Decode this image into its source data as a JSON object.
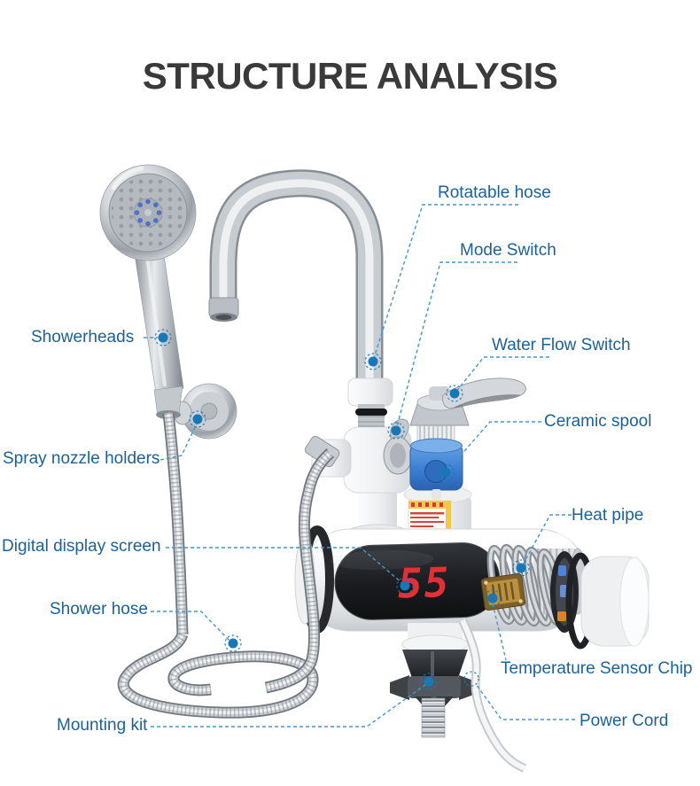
{
  "title": "STRUCTURE ANALYSIS",
  "device": {
    "display_value": "55"
  },
  "labels": [
    {
      "id": "rotatable-hose",
      "text": "Rotatable hose"
    },
    {
      "id": "mode-switch",
      "text": "Mode Switch"
    },
    {
      "id": "showerheads",
      "text": "Showerheads"
    },
    {
      "id": "water-flow-switch",
      "text": "Water Flow Switch"
    },
    {
      "id": "ceramic-spool",
      "text": "Ceramic spool"
    },
    {
      "id": "spray-nozzle-holders",
      "text": "Spray nozzle holders"
    },
    {
      "id": "heat-pipe",
      "text": "Heat pipe"
    },
    {
      "id": "digital-display-screen",
      "text": "Digital display screen"
    },
    {
      "id": "shower-hose",
      "text": "Shower hose"
    },
    {
      "id": "temperature-sensor-chip",
      "text": "Temperature Sensor Chip"
    },
    {
      "id": "mounting-kit",
      "text": "Mounting kit"
    },
    {
      "id": "power-cord",
      "text": "Power Cord"
    }
  ],
  "colors": {
    "title-color": "#3a3a3a",
    "label-blue": "#1d6296",
    "leader-blue": "#4a95c9",
    "marker-blue": "#1778b5",
    "digit-red": "#e03236",
    "cartridge-blue": "#3a7bd0"
  }
}
